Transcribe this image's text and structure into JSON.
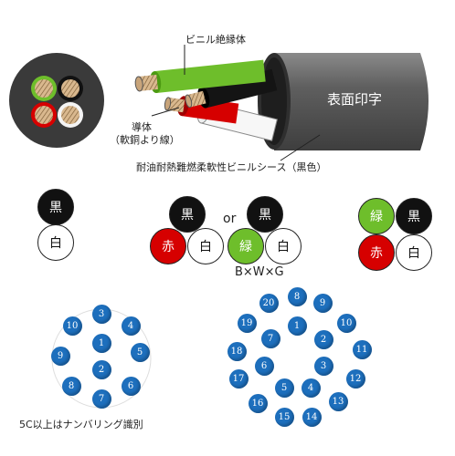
{
  "diagram": {
    "labels": {
      "insulation": "ビニル絶縁体",
      "conductor_line1": "導体",
      "conductor_line2": "（軟銅より線）",
      "sheath": "耐油耐熱難燃柔軟性ビニルシース（黒色）",
      "surface_print": "表面印字",
      "combo_label": "B×W×G",
      "or_text": "or",
      "numbering_note": "5C以上はナンバリング識別"
    },
    "core_colors": {
      "black": "黒",
      "white": "白",
      "red": "赤",
      "green": "緑"
    },
    "numbered_small": [
      "1",
      "2",
      "3",
      "4",
      "5",
      "6",
      "7",
      "8",
      "9",
      "10"
    ],
    "numbered_large": [
      "1",
      "2",
      "3",
      "4",
      "5",
      "6",
      "7",
      "8",
      "9",
      "10",
      "11",
      "12",
      "13",
      "14",
      "15",
      "16",
      "17",
      "18",
      "19",
      "20"
    ],
    "colors": {
      "sheath_gray": "#5a5a5a",
      "black_core": "#111111",
      "red_core": "#d60000",
      "green_core": "#6ebe2b",
      "white_core": "#ffffff",
      "number_blue": "#1d6fbd",
      "copper": "#c8a47a"
    }
  }
}
